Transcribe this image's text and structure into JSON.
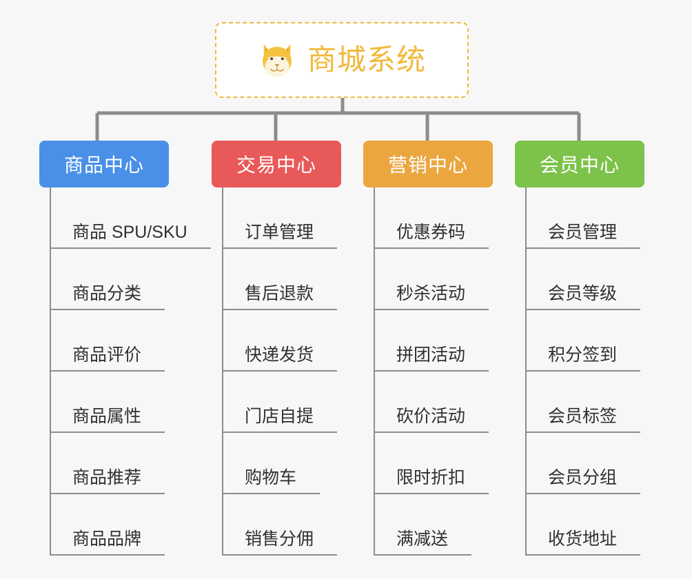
{
  "page": {
    "background_color": "#f7f7f7",
    "line_color": "#8c8c8c",
    "leaf_text_color": "#2f3030"
  },
  "root": {
    "title": "商城系统",
    "icon": "shiba-dog-face-icon",
    "text_color": "#f2b83c",
    "border_color": "#f0b840",
    "background": "#ffffff"
  },
  "columns": [
    {
      "header": "商品中心",
      "color": "#4a90e8",
      "items": [
        "商品 SPU/SKU",
        "商品分类",
        "商品评价",
        "商品属性",
        "商品推荐",
        "商品品牌"
      ]
    },
    {
      "header": "交易中心",
      "color": "#e8595a",
      "items": [
        "订单管理",
        "售后退款",
        "快递发货",
        "门店自提",
        "购物车",
        "销售分佣"
      ]
    },
    {
      "header": "营销中心",
      "color": "#eba640",
      "items": [
        "优惠券码",
        "秒杀活动",
        "拼团活动",
        "砍价活动",
        "限时折扣",
        "满减送"
      ]
    },
    {
      "header": "会员中心",
      "color": "#7dc24b",
      "items": [
        "会员管理",
        "会员等级",
        "积分签到",
        "会员标签",
        "会员分组",
        "收货地址"
      ]
    }
  ]
}
